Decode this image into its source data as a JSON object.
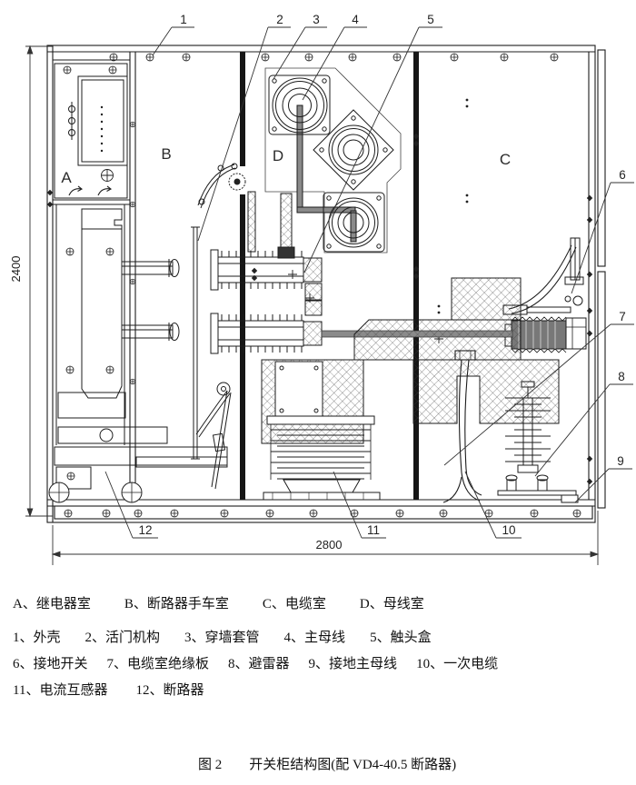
{
  "drawing": {
    "dim_height": "2400",
    "dim_width": "2800",
    "compartment_labels": {
      "a": "A",
      "b": "B",
      "c": "C",
      "d": "D"
    },
    "callouts": [
      "1",
      "2",
      "3",
      "4",
      "5",
      "6",
      "7",
      "8",
      "9",
      "10",
      "11",
      "12"
    ]
  },
  "legend": {
    "compartments": [
      "A、继电器室",
      "B、断路器手车室",
      "C、电缆室",
      "D、母线室"
    ],
    "items_row1": [
      "1、外壳",
      "2、活门机构",
      "3、穿墙套管",
      "4、主母线",
      "5、触头盒"
    ],
    "items_row2": [
      "6、接地开关",
      "7、电缆室绝缘板",
      "8、避雷器",
      "9、接地主母线",
      "10、一次电缆"
    ],
    "items_row3": [
      "11、电流互感器",
      "12、断路器"
    ]
  },
  "caption": {
    "figure_no": "图 2",
    "title": "开关柜结构图(配 VD4-40.5 断路器)"
  }
}
